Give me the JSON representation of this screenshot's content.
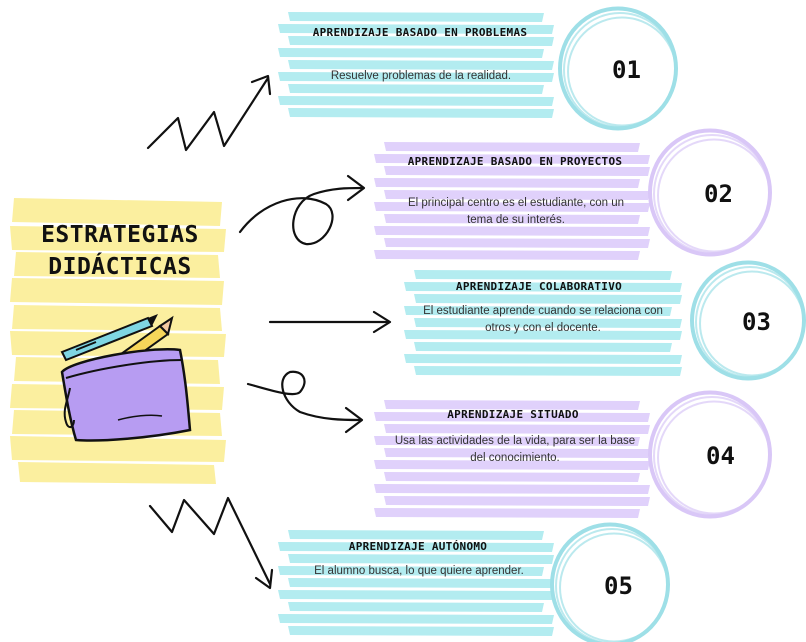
{
  "title": [
    "ESTRATEGIAS",
    "DIDÁCTICAS"
  ],
  "colors": {
    "cyan": "#b3ecf0",
    "purple": "#e0d1fb",
    "yellow": "#fbef9f",
    "ring_cyan": "#9edfe7",
    "ring_purple": "#d9c7f7",
    "pouch": "#b79cf2"
  },
  "strategies": [
    {
      "number": "01",
      "title": "APRENDIZAJE BASADO EN PROBLEMAS",
      "description": "Resuelve problemas de la realidad.",
      "color": "cyan"
    },
    {
      "number": "02",
      "title": "APRENDIZAJE BASADO EN PROYECTOS",
      "description": "El principal centro es el estudiante, con un tema de su interés.",
      "color": "purple"
    },
    {
      "number": "03",
      "title": "APRENDIZAJE COLABORATIVO",
      "description": "El estudiante aprende cuando se relaciona con otros y con el docente.",
      "color": "cyan"
    },
    {
      "number": "04",
      "title": "APRENDIZAJE SITUADO",
      "description": "Usa las actividades de la vida, para ser la base del conocimiento.",
      "color": "purple"
    },
    {
      "number": "05",
      "title": "APRENDIZAJE AUTÓNOMO",
      "description": "El alumno busca, lo que quiere aprender.",
      "color": "cyan"
    }
  ]
}
